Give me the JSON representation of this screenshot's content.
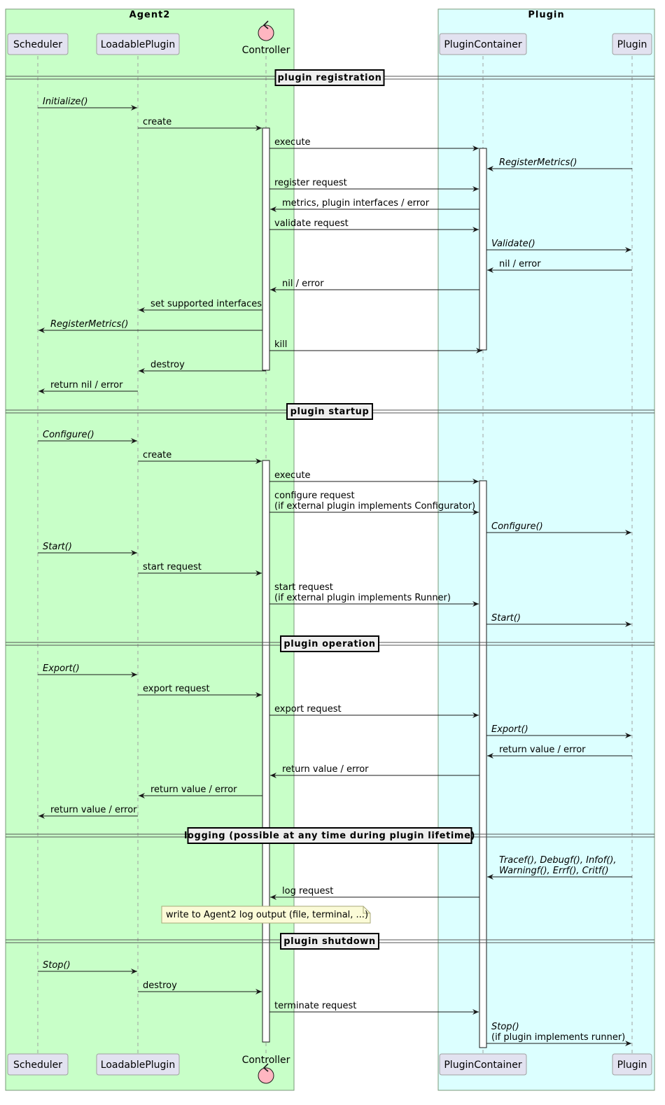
{
  "boxes": [
    {
      "id": "agent2",
      "title": "Agent2",
      "color": "#c8ffc8"
    },
    {
      "id": "plugin",
      "title": "Plugin",
      "color": "#dcffff"
    }
  ],
  "participants": [
    {
      "id": "scheduler",
      "label": "Scheduler",
      "shape": "box"
    },
    {
      "id": "loadable",
      "label": "LoadablePlugin",
      "shape": "box"
    },
    {
      "id": "controller",
      "label": "Controller",
      "shape": "control-icon"
    },
    {
      "id": "container",
      "label": "PluginContainer",
      "shape": "box"
    },
    {
      "id": "plugin",
      "label": "Plugin",
      "shape": "box"
    }
  ],
  "dividers": [
    "plugin registration",
    "plugin startup",
    "plugin operation",
    "logging (possible at any time during plugin lifetime)",
    "plugin shutdown"
  ],
  "messages": [
    {
      "from": "scheduler",
      "to": "loadable",
      "lines": [
        "Initialize()"
      ],
      "italic": true
    },
    {
      "from": "loadable",
      "to": "controller",
      "lines": [
        "create"
      ]
    },
    {
      "from": "controller",
      "to": "container",
      "lines": [
        "execute"
      ]
    },
    {
      "from": "plugin",
      "to": "container",
      "lines": [
        "RegisterMetrics()"
      ],
      "italic": true
    },
    {
      "from": "controller",
      "to": "container",
      "lines": [
        "register request"
      ]
    },
    {
      "from": "container",
      "to": "controller",
      "lines": [
        "metrics, plugin interfaces / error"
      ]
    },
    {
      "from": "controller",
      "to": "container",
      "lines": [
        "validate request"
      ]
    },
    {
      "from": "container",
      "to": "plugin",
      "lines": [
        "Validate()"
      ],
      "italic": true
    },
    {
      "from": "plugin",
      "to": "container",
      "lines": [
        "nil / error"
      ]
    },
    {
      "from": "container",
      "to": "controller",
      "lines": [
        "nil / error"
      ]
    },
    {
      "from": "controller",
      "to": "loadable",
      "lines": [
        "set supported interfaces"
      ]
    },
    {
      "from": "controller",
      "to": "scheduler",
      "lines": [
        "RegisterMetrics()"
      ],
      "italic": true
    },
    {
      "from": "controller",
      "to": "container",
      "lines": [
        "kill"
      ]
    },
    {
      "from": "controller",
      "to": "loadable",
      "lines": [
        "destroy"
      ]
    },
    {
      "from": "loadable",
      "to": "scheduler",
      "lines": [
        "return nil / error"
      ]
    },
    {
      "from": "scheduler",
      "to": "loadable",
      "lines": [
        "Configure()"
      ],
      "italic": true
    },
    {
      "from": "loadable",
      "to": "controller",
      "lines": [
        "create"
      ]
    },
    {
      "from": "controller",
      "to": "container",
      "lines": [
        "execute"
      ]
    },
    {
      "from": "controller",
      "to": "container",
      "lines": [
        "configure request",
        "(if external plugin implements Configurator)"
      ]
    },
    {
      "from": "container",
      "to": "plugin",
      "lines": [
        "Configure()"
      ],
      "italic": true
    },
    {
      "from": "scheduler",
      "to": "loadable",
      "lines": [
        "Start()"
      ],
      "italic": true
    },
    {
      "from": "loadable",
      "to": "controller",
      "lines": [
        "start request"
      ]
    },
    {
      "from": "controller",
      "to": "container",
      "lines": [
        "start request",
        "(if external plugin implements Runner)"
      ]
    },
    {
      "from": "container",
      "to": "plugin",
      "lines": [
        "Start()"
      ],
      "italic": true
    },
    {
      "from": "scheduler",
      "to": "loadable",
      "lines": [
        "Export()"
      ],
      "italic": true
    },
    {
      "from": "loadable",
      "to": "controller",
      "lines": [
        "export request"
      ]
    },
    {
      "from": "controller",
      "to": "container",
      "lines": [
        "export request"
      ]
    },
    {
      "from": "container",
      "to": "plugin",
      "lines": [
        "Export()"
      ],
      "italic": true
    },
    {
      "from": "plugin",
      "to": "container",
      "lines": [
        "return value / error"
      ]
    },
    {
      "from": "container",
      "to": "controller",
      "lines": [
        "return value / error"
      ]
    },
    {
      "from": "controller",
      "to": "loadable",
      "lines": [
        "return value / error"
      ]
    },
    {
      "from": "loadable",
      "to": "scheduler",
      "lines": [
        "return value / error"
      ]
    },
    {
      "from": "plugin",
      "to": "container",
      "lines": [
        "Tracef(), Debugf(), Infof(),",
        "Warningf(), Errf(), Critf()"
      ],
      "italic": true
    },
    {
      "from": "container",
      "to": "controller",
      "lines": [
        "log request"
      ]
    },
    {
      "from": "scheduler",
      "to": "loadable",
      "lines": [
        "Stop()"
      ],
      "italic": true
    },
    {
      "from": "loadable",
      "to": "controller",
      "lines": [
        "destroy"
      ]
    },
    {
      "from": "controller",
      "to": "container",
      "lines": [
        "terminate request"
      ]
    },
    {
      "from": "container",
      "to": "plugin",
      "lines": [
        "Stop()",
        "(if plugin implements runner)"
      ],
      "italic_first_line": true
    }
  ],
  "note": "write to Agent2 log output (file, terminal, ...)",
  "colors": {
    "participant_fill": "#e2e2f0",
    "participant_border": "#a0a0a0",
    "control_fill": "#ffb6c1",
    "lifeline": "#a0a0a0",
    "note_fill": "#fbfbd7"
  }
}
